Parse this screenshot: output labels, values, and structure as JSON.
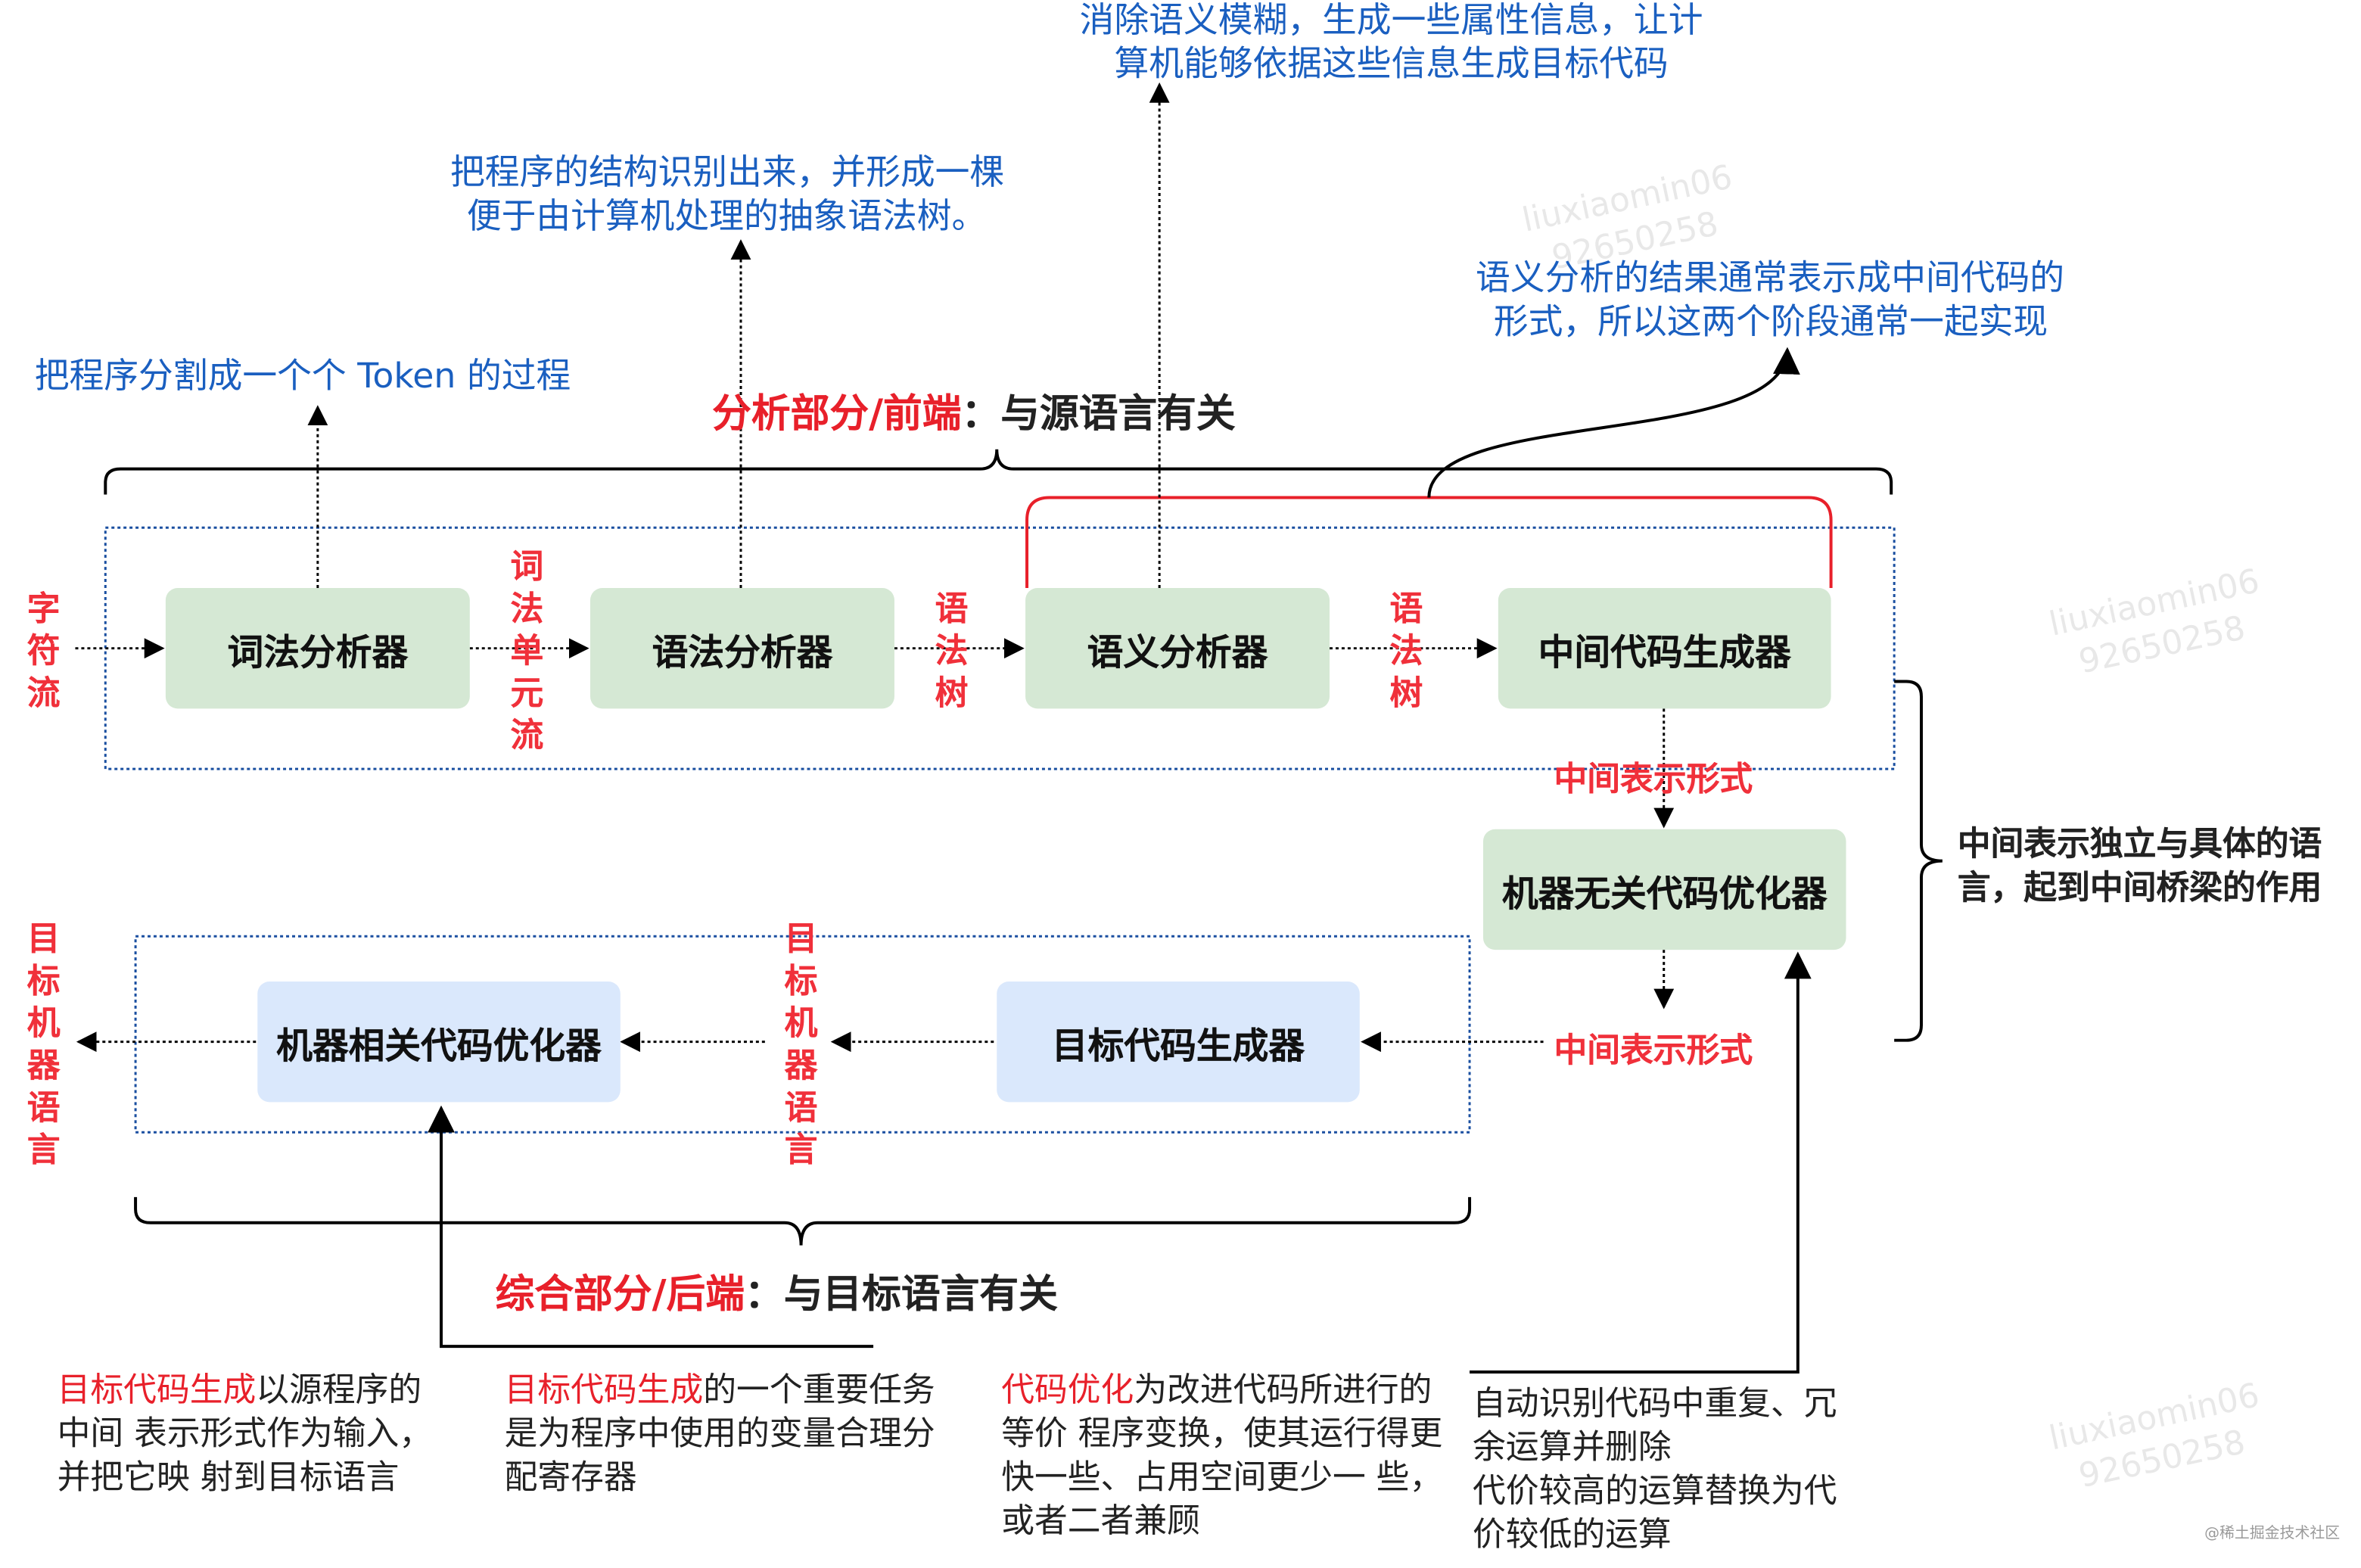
{
  "annotations": {
    "semantic": [
      "消除语义模糊，生成一些属性信息，让计",
      "算机能够依据这些信息生成目标代码"
    ],
    "syntax": [
      "把程序的结构识别出来，并形成一棵",
      "便于由计算机处理的抽象语法树。"
    ],
    "lexical": "把程序分割成一个个 Token 的过程",
    "intermediate_impl": [
      "语义分析的结果通常表示成中间代码的",
      "形式，所以这两个阶段通常一起实现"
    ],
    "ir_bridge": [
      "中间表示独立与具体的语",
      "言，起到中间桥梁的作用"
    ]
  },
  "sections": {
    "front_highlight": "分析部分/前端",
    "front_rest": "：与源语言有关",
    "back_highlight": "综合部分/后端",
    "back_rest": "：与目标语言有关"
  },
  "boxes": {
    "lexer": "词法分析器",
    "parser": "语法分析器",
    "semantic": "语义分析器",
    "ir_gen": "中间代码生成器",
    "machine_independent_opt": "机器无关代码优化器",
    "target_gen": "目标代码生成器",
    "machine_dependent_opt": "机器相关代码优化器"
  },
  "flow_labels": {
    "char_stream": "字符流",
    "token_stream": "词法单元流",
    "syntax_tree_1": "语法树",
    "syntax_tree_2": "语法树",
    "ir_form_1": "中间表示形式",
    "ir_form_2": "中间表示形式",
    "target_machine_lang_1": "目标机器语言",
    "target_machine_lang_2": "目标机器语言"
  },
  "bottom_notes": {
    "target_gen_note": {
      "highlight": "目标代码生成",
      "rest": "以源程序的中间 表示形式作为输入，并把它映 射到目标语言"
    },
    "register_note": {
      "highlight": "目标代码生成",
      "rest": "的一个重要任务 是为程序中使用的变量合理分配寄存器"
    },
    "optimization_note": {
      "highlight": "代码优化",
      "rest": "为改进代码所进行的等价 程序变换，使其运行得更 快一些、占用空间更少一 些，或者二者兼顾"
    },
    "redundancy_note": [
      "自动识别代码中重复、冗",
      "余运算并删除",
      "代价较高的运算替换为代",
      "价较低的运算"
    ]
  },
  "watermark": {
    "name": "liuxiaomin06",
    "number": "92650258"
  },
  "logo_text": "@稀土掘金技术社区",
  "colors": {
    "annotation_blue": "#1a5fc0",
    "highlight_red": "#e8202a",
    "green_box": "#d5e8d4",
    "blue_box": "#dae8fc",
    "group_border": "#1a4fa0"
  }
}
